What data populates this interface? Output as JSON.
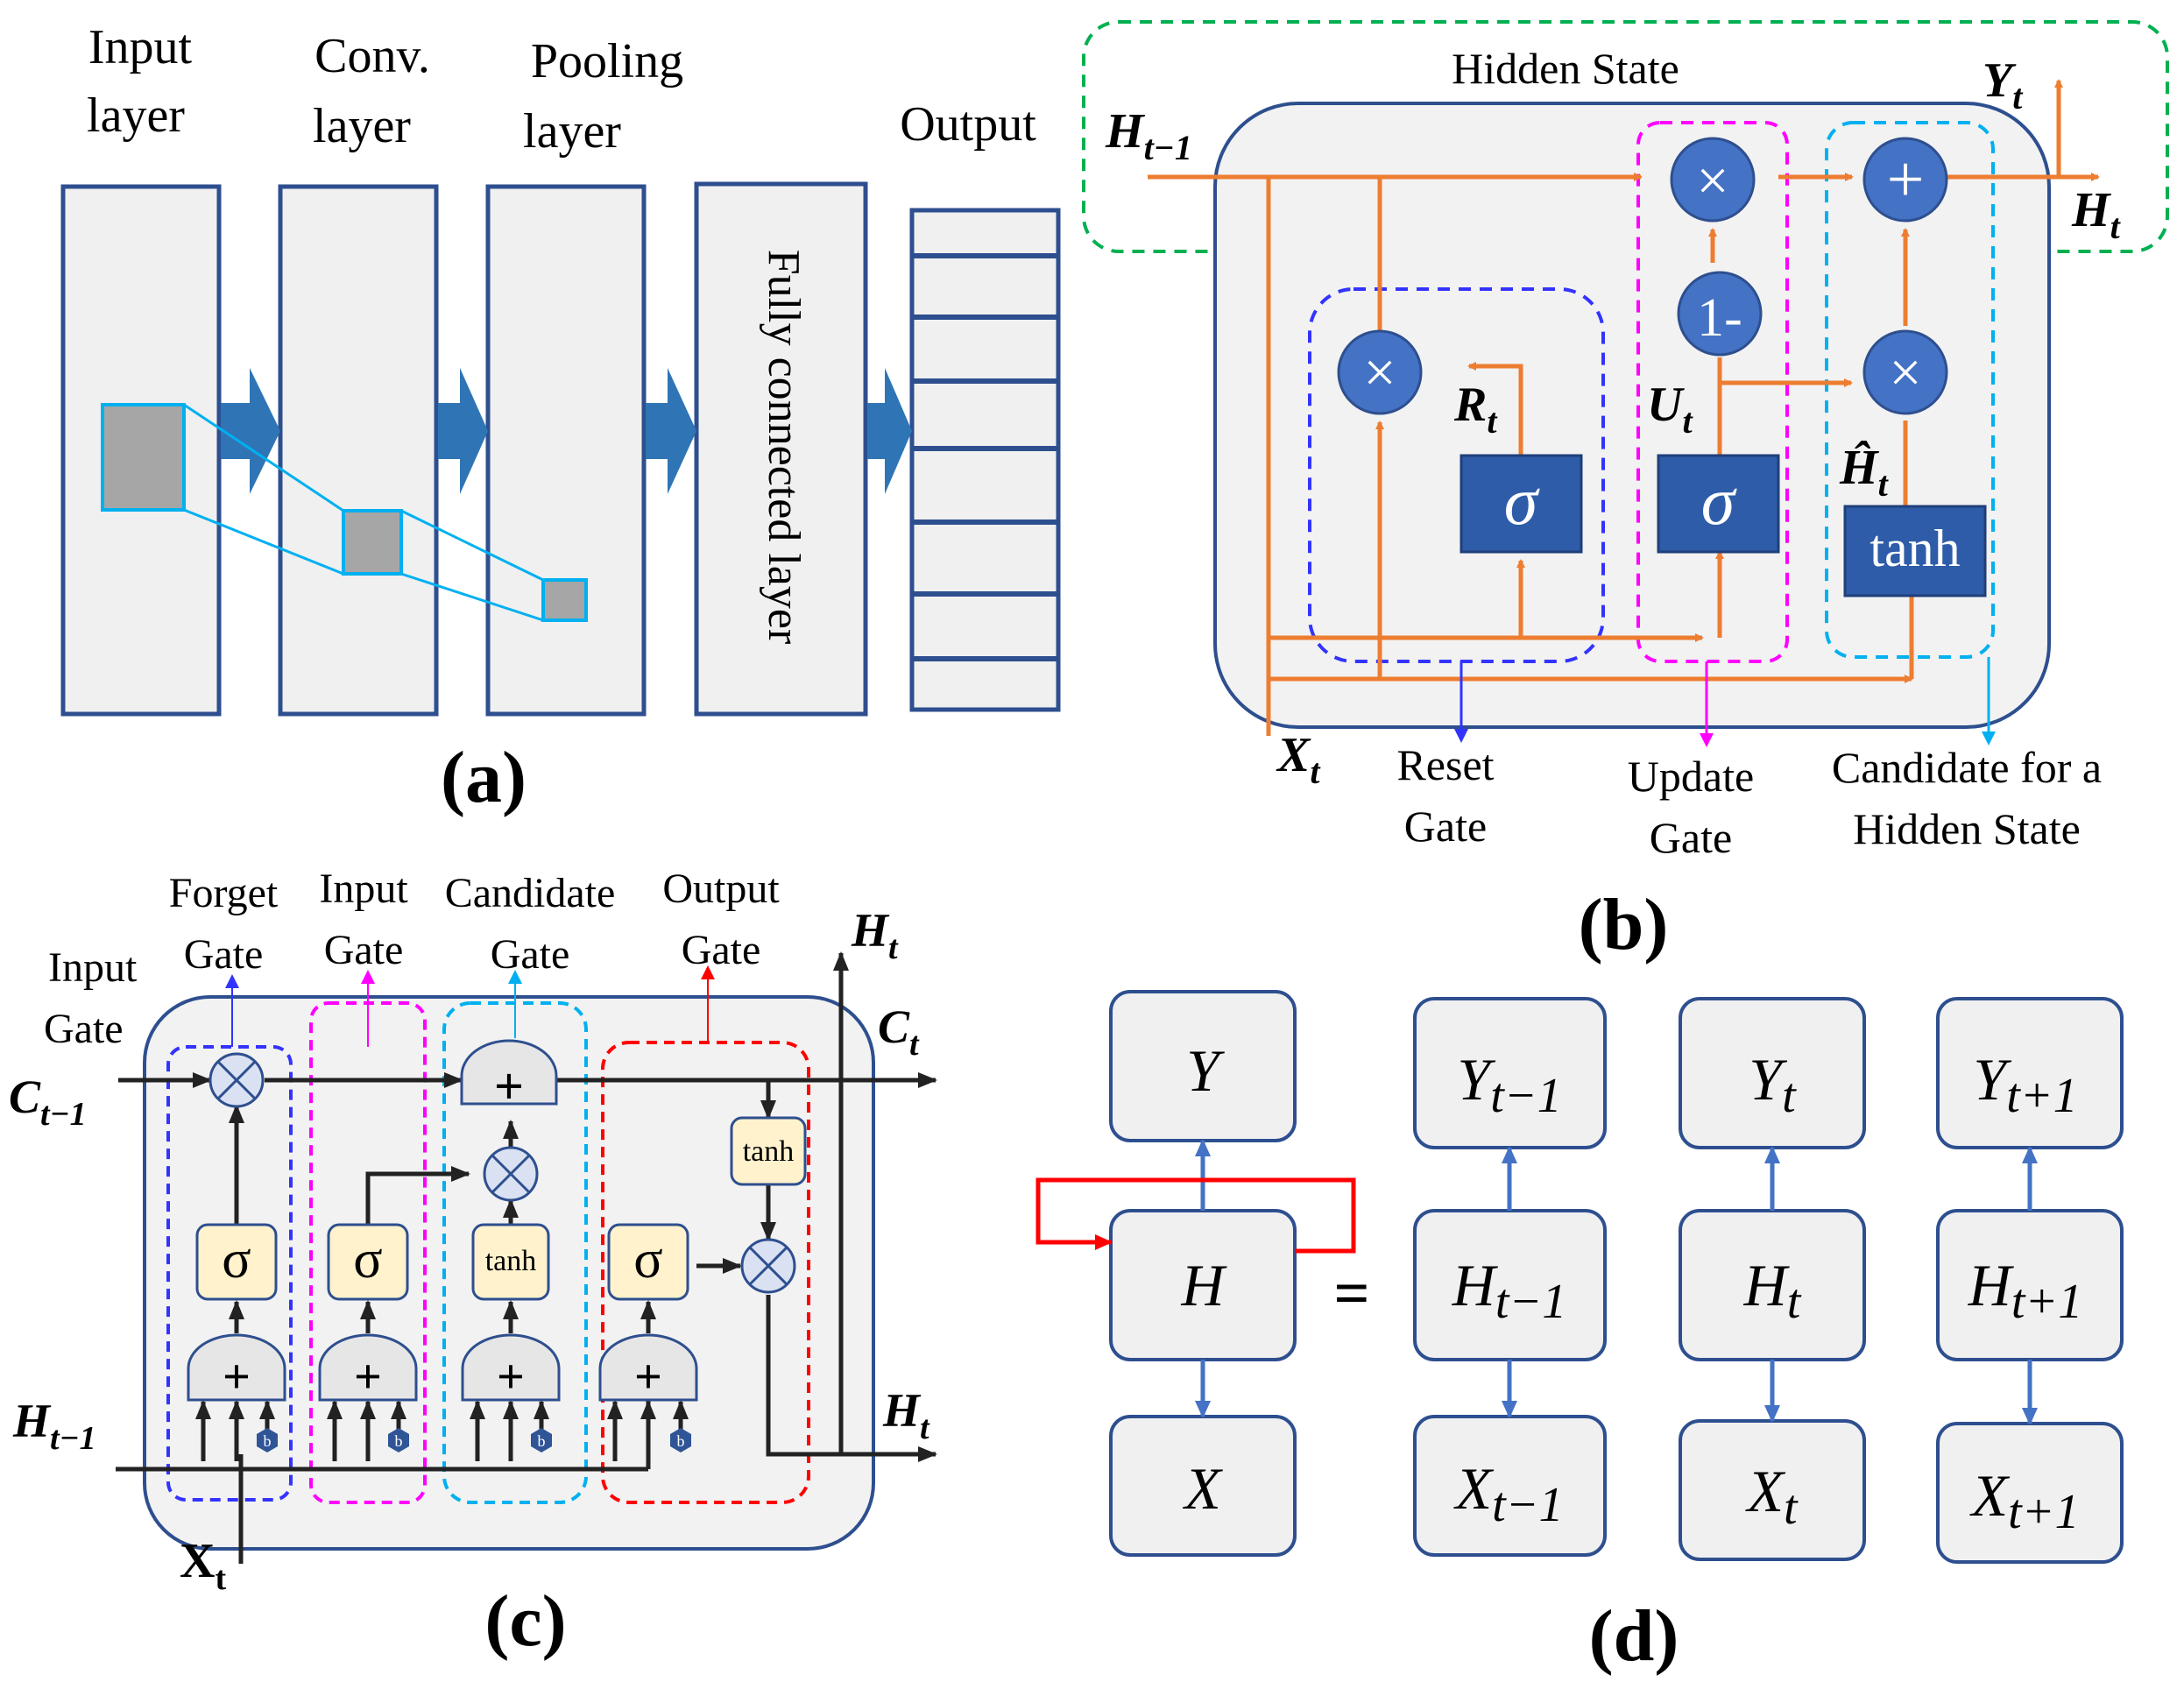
{
  "panel_a": {
    "caption": "(a)",
    "labels": {
      "input_line1": "Input",
      "input_line2": "layer",
      "conv_line1": "Conv.",
      "conv_line2": "layer",
      "pool_line1": "Pooling",
      "pool_line2": "layer",
      "output": "Output",
      "fc": "Fully connected layer"
    }
  },
  "panel_b": {
    "caption": "(b)",
    "hidden_state": "Hidden State",
    "h_prev": "H",
    "h_prev_sub": "t−1",
    "y_t": "Y",
    "y_t_sub": "t",
    "h_t": "H",
    "h_t_sub": "t",
    "x_t": "X",
    "x_t_sub": "t",
    "r_t": "R",
    "r_t_sub": "t",
    "u_t": "U",
    "u_t_sub": "t",
    "h_hat": "Ĥ",
    "h_hat_sub": "t",
    "mult_symbol": "×",
    "plus_symbol": "+",
    "one_minus": "1-",
    "sigma": "σ",
    "tanh": "tanh",
    "reset_line1": "Reset",
    "reset_line2": "Gate",
    "update_line1": "Update",
    "update_line2": "Gate",
    "cand_line1": "Candidate for a",
    "cand_line2": "Hidden State"
  },
  "panel_c": {
    "caption": "(c)",
    "input_gate_side_line1": "Input",
    "input_gate_side_line2": "Gate",
    "forget_line1": "Forget",
    "forget_line2": "Gate",
    "input_line1": "Input",
    "input_line2": "Gate",
    "candidate_line1": "Candidate",
    "candidate_line2": "Gate",
    "output_line1": "Output",
    "output_line2": "Gate",
    "c_prev": "C",
    "c_prev_sub": "t−1",
    "c_t": "C",
    "c_t_sub": "t",
    "h_t_top": "H",
    "h_t_top_sub": "t",
    "h_prev": "H",
    "h_prev_sub": "t−1",
    "h_t_right": "H",
    "h_t_right_sub": "t",
    "x_t": "X",
    "x_t_sub": "t",
    "sigma": "σ",
    "tanh": "tanh",
    "plus": "+",
    "bias": "b"
  },
  "panel_d": {
    "caption": "(d)",
    "equals": "=",
    "folded": {
      "y": "Y",
      "h": "H",
      "x": "X"
    },
    "unfolded": [
      {
        "y": "Y",
        "h": "H",
        "x": "X",
        "sub": "t−1"
      },
      {
        "y": "Y",
        "h": "H",
        "x": "X",
        "sub": "t"
      },
      {
        "y": "Y",
        "h": "H",
        "x": "X",
        "sub": "t+1"
      }
    ]
  },
  "colors": {
    "layer_border": "#2e4f8f",
    "block_fill": "#f0f0f0",
    "arrow_blue": "#2f75b5",
    "feature_fill": "#a6a6a6",
    "feature_border": "#00b0f0",
    "gru_orange": "#ed7d31",
    "gate_circle": "#4472c4",
    "sigma_box": "#2e5ca8",
    "hidden_dash": "#00b050",
    "reset_dash": "#3333ff",
    "update_dash": "#ff00ff",
    "cand_dash": "#00b0f0",
    "output_dash": "#ff0000",
    "lstm_gate_fill": "#fff2cc",
    "rnn_loop": "#ff0000"
  }
}
